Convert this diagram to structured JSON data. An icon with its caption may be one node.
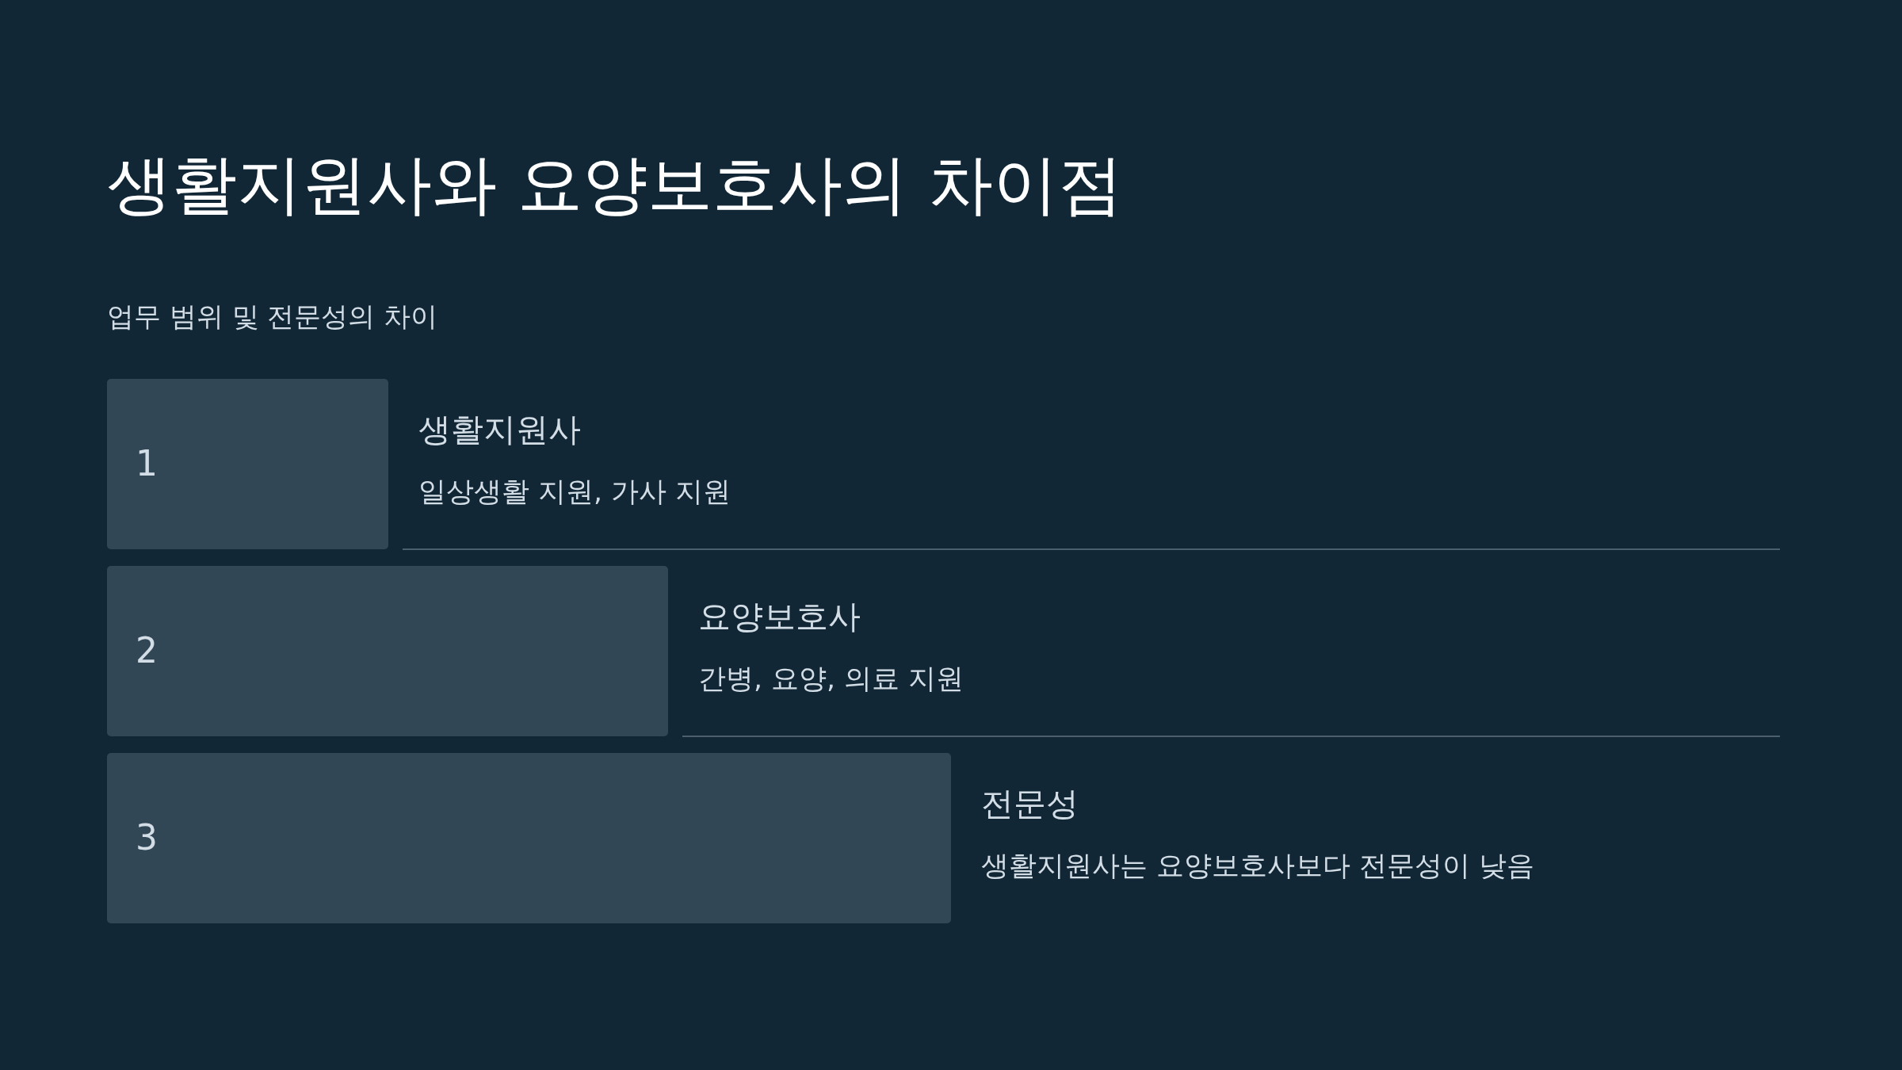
{
  "diagram": {
    "title": "생활지원사와 요양보호사의 차이점",
    "nodes": [
      {
        "text": [
          "1"
        ],
        "beside": [
          "생활지원사",
          "일상생활 지원, 가사 지원"
        ]
      },
      {
        "text": [
          "2"
        ],
        "beside": [
          "요양보호사",
          "간병, 요양, 의료 지원"
        ]
      },
      {
        "text": [
          "3"
        ],
        "beside": [
          "전문성",
          "생활지원사는 요양보호사보다 전문성이 낮음"
        ]
      }
    ],
    "labels": [
      "업무 범위 및 전문성의 차이"
    ]
  }
}
